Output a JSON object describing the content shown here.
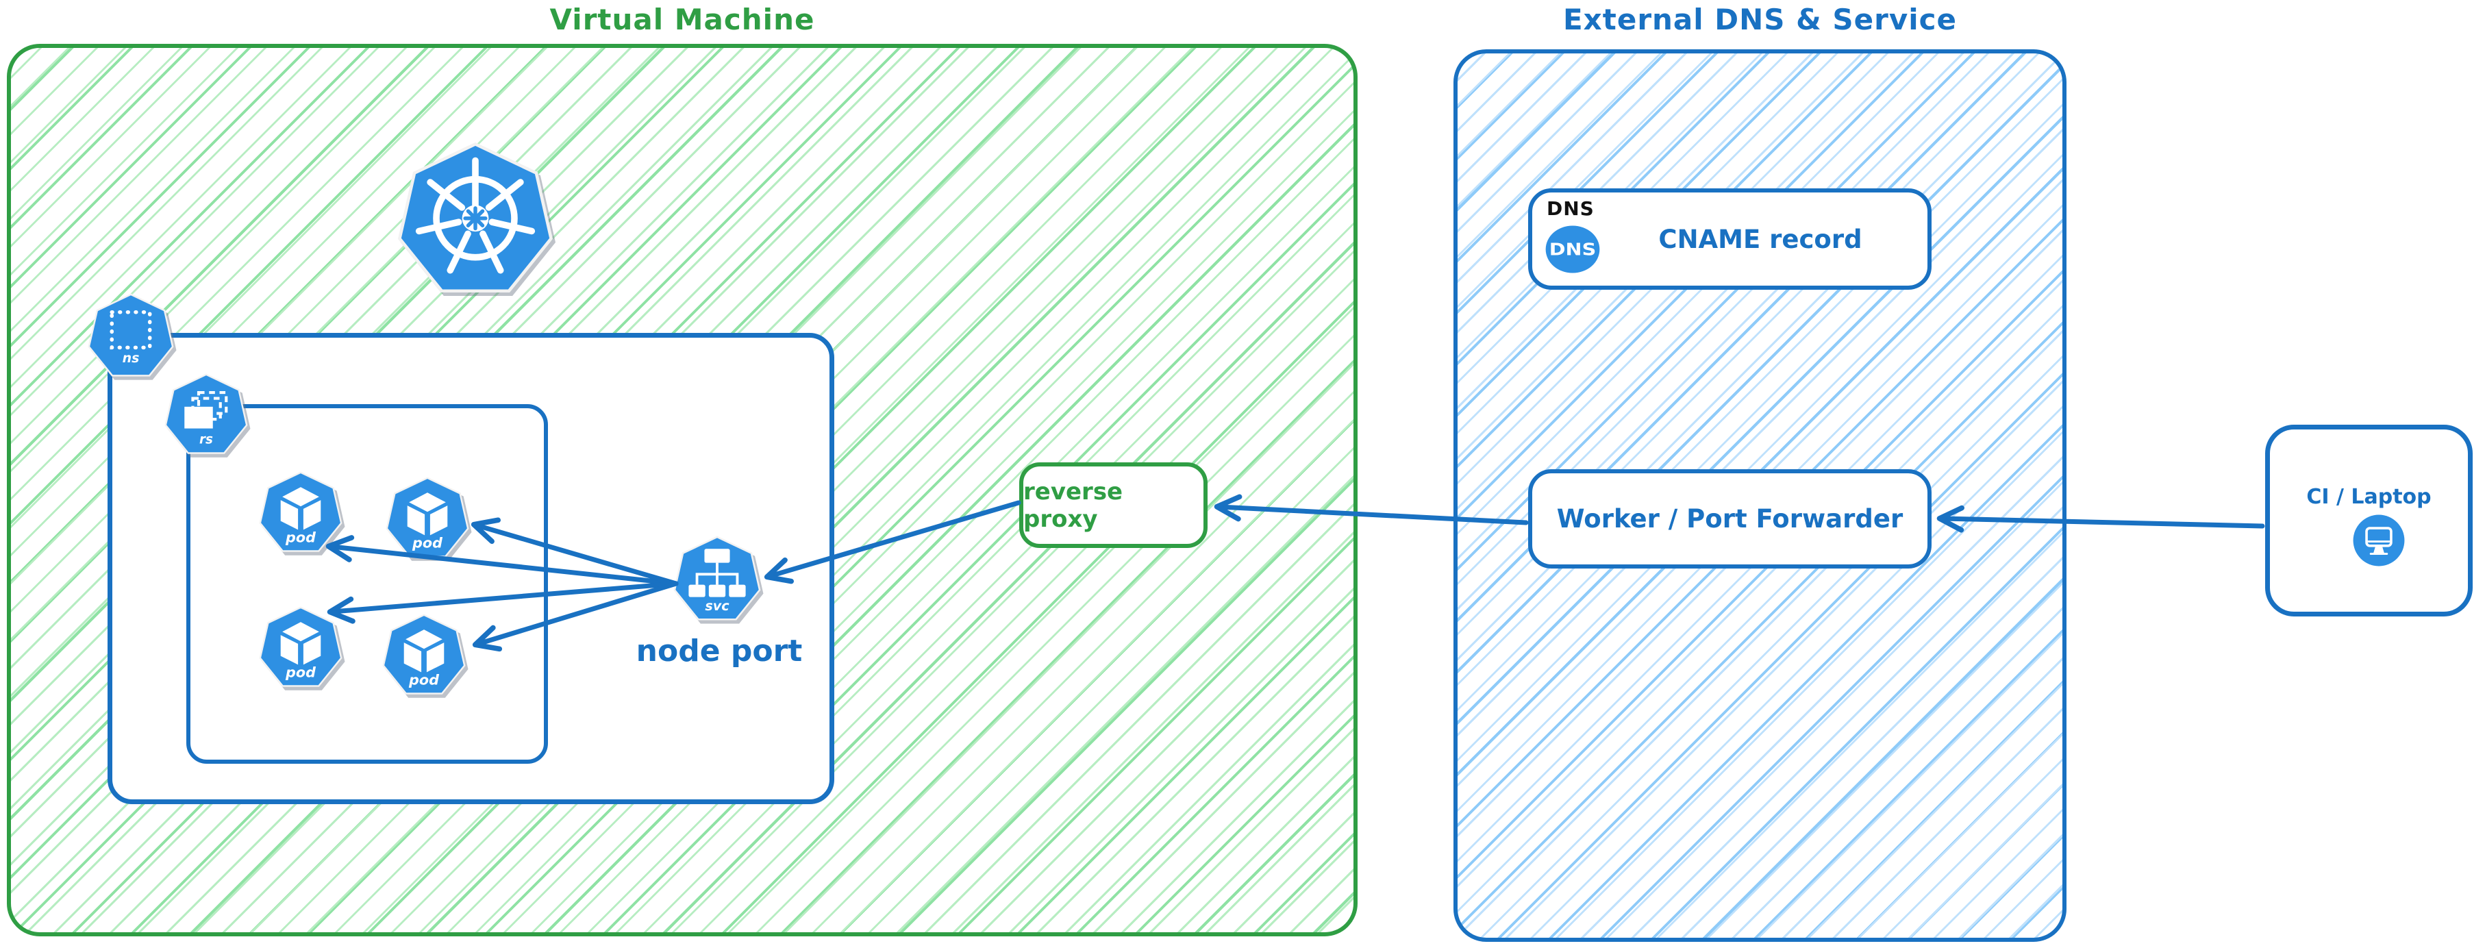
{
  "vm": {
    "title": "Virtual Machine",
    "namespace_badge": "ns",
    "replicaset_badge": "rs",
    "pod_badges": [
      "pod",
      "pod",
      "pod",
      "pod"
    ],
    "service_badge": "svc",
    "service_label": "node port",
    "reverse_proxy_label": "reverse proxy"
  },
  "external": {
    "title": "External DNS & Service",
    "dns_tag": "DNS",
    "dns_icon_text": "DNS",
    "cname_label": "CNAME record",
    "worker_label": "Worker / Port Forwarder"
  },
  "client": {
    "label": "CI / Laptop"
  },
  "colors": {
    "green_stroke": "#2f9e44",
    "green_hatch": "#8fe2a4",
    "blue_stroke": "#1971c2",
    "blue_hatch": "#8ecbf9",
    "icon_blue": "#2e90e3",
    "dns_tag_color": "#111111"
  },
  "icons": {
    "kubernetes_logo": "heptagon-helm-wheel",
    "namespace": "heptagon-dotted-square",
    "replicaset": "heptagon-stacked-rects",
    "pod": "heptagon-cube",
    "service": "heptagon-tree",
    "dns": "blue-circle-dns",
    "laptop": "blue-circle-monitor"
  }
}
